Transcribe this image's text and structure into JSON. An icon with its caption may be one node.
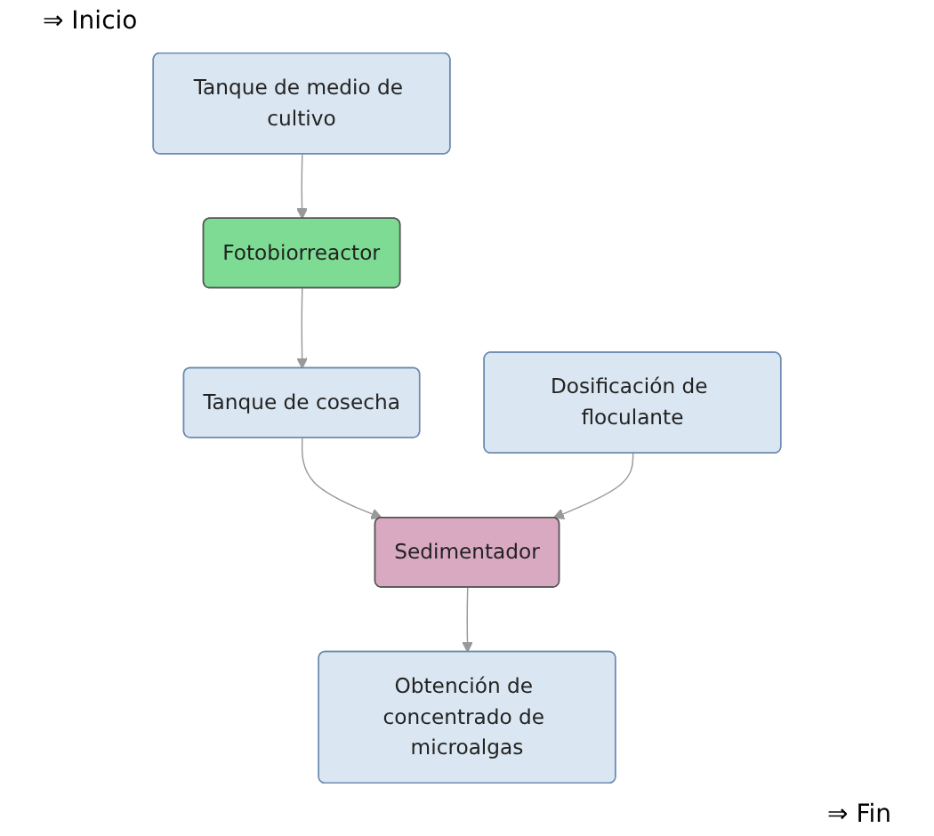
{
  "diagram": {
    "nodes": [
      {
        "text": [
          "Tanque de medio de cultivo"
        ]
      },
      {
        "text": [
          "Fotobiorreactor"
        ]
      },
      {
        "text": [
          "Tanque de cosecha"
        ]
      },
      {
        "text": [
          "Dosificación de floculante"
        ]
      },
      {
        "text": [
          "Sedimentador"
        ]
      },
      {
        "text": [
          "Obtención de concentrado de microalgas"
        ]
      }
    ],
    "edges": [
      {
        "from": 0,
        "to": 1,
        "arrow": "to"
      },
      {
        "from": 1,
        "to": 2,
        "arrow": "to"
      },
      {
        "from": 2,
        "to": 4,
        "arrow": "to"
      },
      {
        "from": 3,
        "to": 4,
        "arrow": "to"
      },
      {
        "from": 4,
        "to": 5,
        "arrow": "to"
      }
    ],
    "labels": [
      "⇒ Inicio",
      "⇒ Fin"
    ]
  }
}
